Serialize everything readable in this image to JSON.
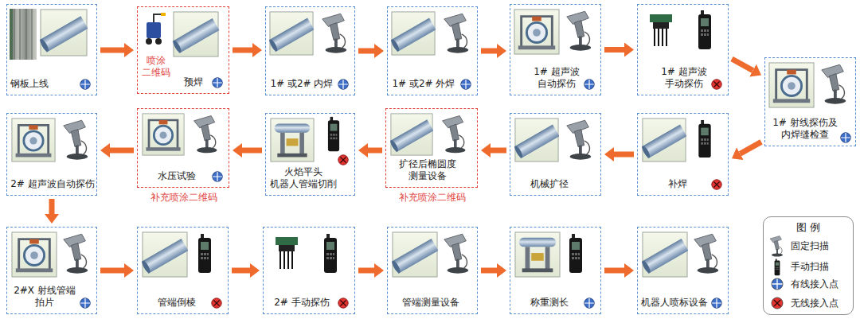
{
  "diagram": {
    "nodes": [
      {
        "text": [
          "钢板上线"
        ]
      },
      {
        "text": [
          "喷涂 二维码",
          "预焊"
        ]
      },
      {
        "text": [
          "1# 或2# 内焊"
        ]
      },
      {
        "text": [
          "1# 或2# 外焊"
        ]
      },
      {
        "text": [
          "1# 超声波 自动探伤"
        ]
      },
      {
        "text": [
          "1# 超声波 手动探伤"
        ]
      },
      {
        "text": [
          "1# 射线探伤及 内焊缝检查"
        ]
      },
      {
        "text": [
          "补焊"
        ]
      },
      {
        "text": [
          "机械扩径"
        ]
      },
      {
        "text": [
          "扩径后椭圆度 测量设备",
          "补充喷涂二维码"
        ]
      },
      {
        "text": [
          "火焰平头 机器人管端切削"
        ]
      },
      {
        "text": [
          "水压试验",
          "补充喷涂二维码"
        ]
      },
      {
        "text": [
          "2# 超声波自动探伤"
        ]
      },
      {
        "text": [
          "2#X 射线管端 拍片"
        ]
      },
      {
        "text": [
          "管端倒棱"
        ]
      },
      {
        "text": [
          "2# 手动探伤"
        ]
      },
      {
        "text": [
          "管端测量设备"
        ]
      },
      {
        "text": [
          "称重测长"
        ]
      },
      {
        "text": [
          "机器人喷标设备"
        ]
      }
    ],
    "edges": [
      {
        "from": 0,
        "to": 1,
        "arrow": "to"
      },
      {
        "from": 1,
        "to": 2,
        "arrow": "to"
      },
      {
        "from": 2,
        "to": 3,
        "arrow": "to"
      },
      {
        "from": 3,
        "to": 4,
        "arrow": "to"
      },
      {
        "from": 4,
        "to": 5,
        "arrow": "to"
      },
      {
        "from": 5,
        "to": 6,
        "arrow": "to"
      },
      {
        "from": 6,
        "to": 7,
        "arrow": "to"
      },
      {
        "from": 7,
        "to": 8,
        "arrow": "to"
      },
      {
        "from": 8,
        "to": 9,
        "arrow": "to"
      },
      {
        "from": 9,
        "to": 10,
        "arrow": "to"
      },
      {
        "from": 10,
        "to": 11,
        "arrow": "to"
      },
      {
        "from": 11,
        "to": 12,
        "arrow": "to"
      },
      {
        "from": 12,
        "to": 13,
        "arrow": "to"
      },
      {
        "from": 13,
        "to": 14,
        "arrow": "to"
      },
      {
        "from": 14,
        "to": 15,
        "arrow": "to"
      },
      {
        "from": 15,
        "to": 16,
        "arrow": "to"
      },
      {
        "from": 16,
        "to": 17,
        "arrow": "to"
      },
      {
        "from": 17,
        "to": 18,
        "arrow": "to"
      }
    ],
    "labels": [
      "图 例"
    ],
    "legend": [
      {
        "text": "固定扫描"
      },
      {
        "text": "手动扫描"
      },
      {
        "text": "有线接入点",
        "color": "#3d6fc8"
      },
      {
        "text": "无线接入点",
        "color": "#e3342f"
      }
    ]
  }
}
